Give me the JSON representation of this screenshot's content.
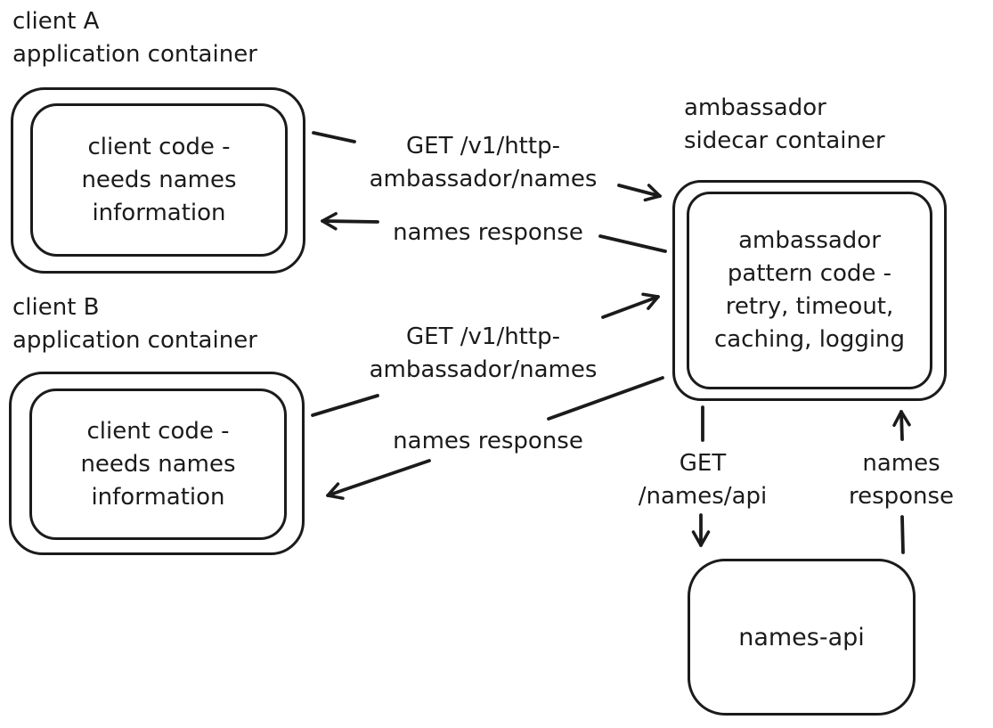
{
  "diagram": {
    "clientA": {
      "title": [
        "client A",
        "application container"
      ],
      "code": [
        "client code -",
        "needs names",
        "information"
      ]
    },
    "clientB": {
      "title": [
        "client B",
        "application container"
      ],
      "code": [
        "client code -",
        "needs names",
        "information"
      ]
    },
    "ambassador": {
      "title": [
        "ambassador",
        "sidecar container"
      ],
      "code": [
        "ambassador",
        "pattern code -",
        "retry, timeout,",
        "caching, logging"
      ]
    },
    "namesApi": {
      "label": "names-api"
    },
    "edges": {
      "requestA": [
        "GET /v1/http-",
        "ambassador/names"
      ],
      "responseA": "names response",
      "requestB": [
        "GET /v1/http-",
        "ambassador/names"
      ],
      "responseB": "names response",
      "requestApi": [
        "GET",
        "/names/api"
      ],
      "responseApi": [
        "names",
        "response"
      ]
    },
    "colors": {
      "ink": "#1b1b1b",
      "background": "#ffffff"
    }
  }
}
